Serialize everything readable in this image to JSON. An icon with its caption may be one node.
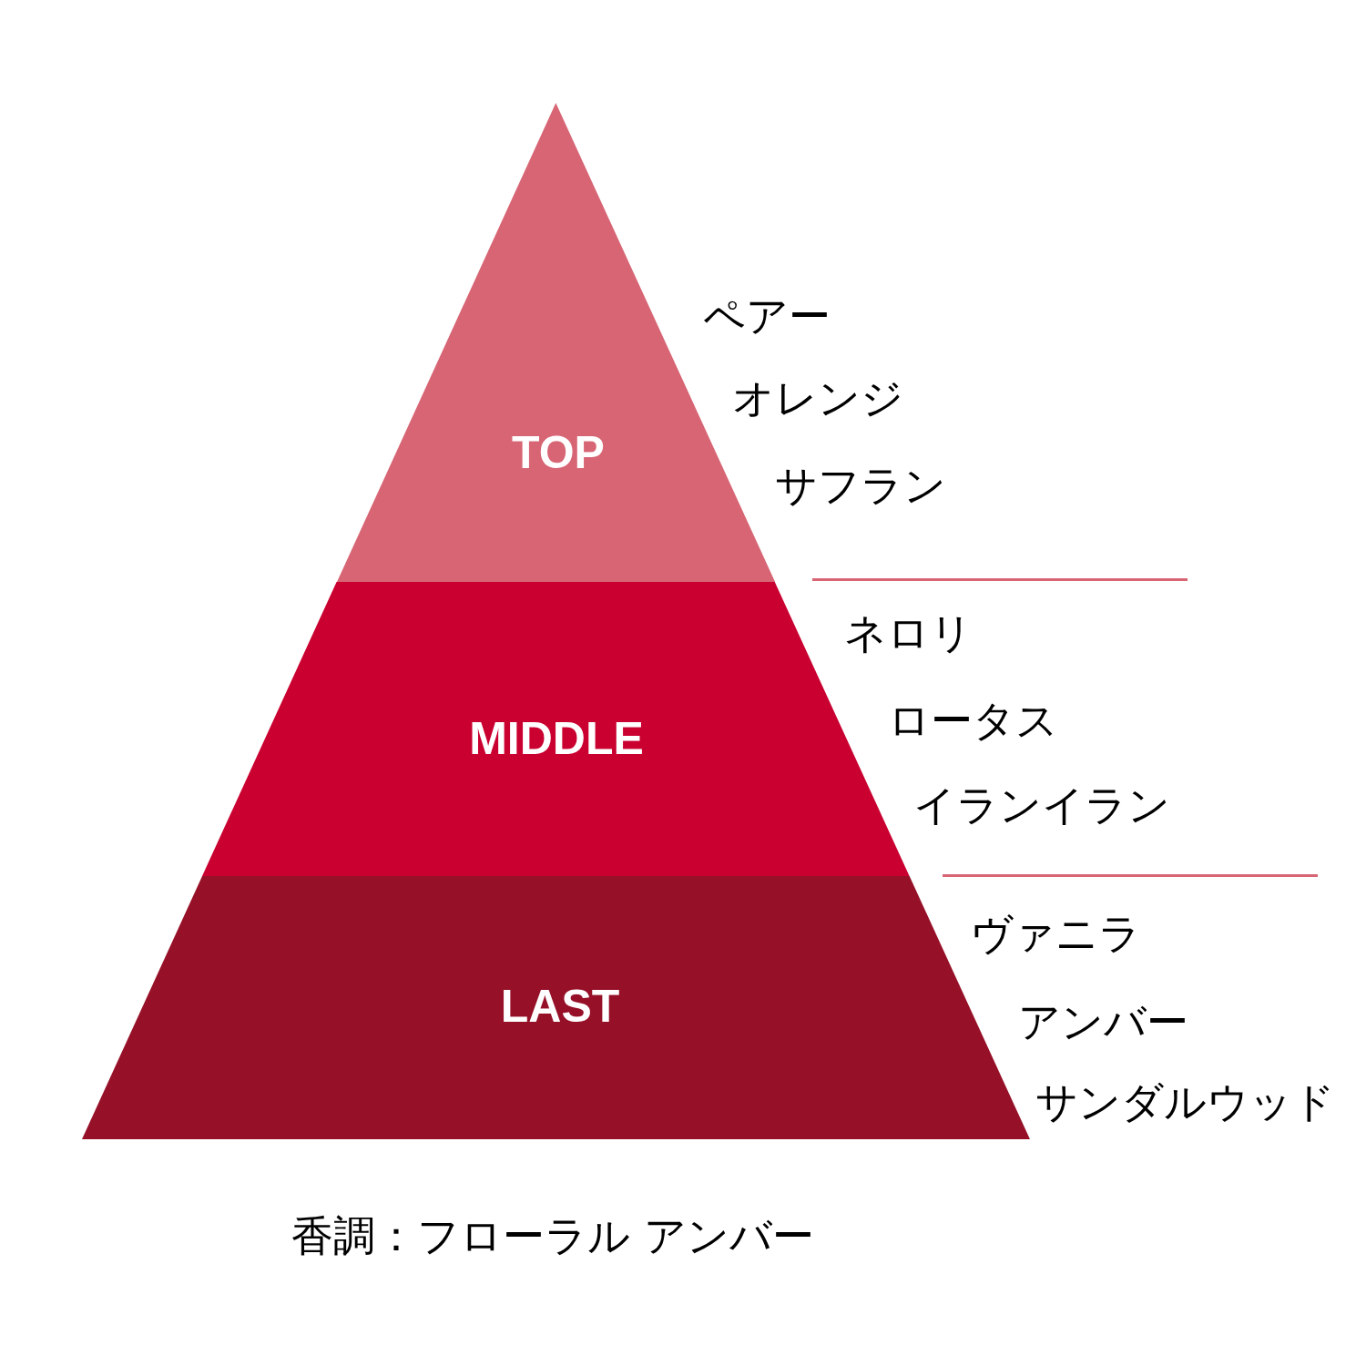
{
  "diagram": {
    "nodes": [
      {
        "text": [
          "TOP"
        ],
        "beside": [
          "ペアー",
          "オレンジ",
          "サフラン"
        ]
      },
      {
        "text": [
          "MIDDLE"
        ],
        "beside": [
          "ネロリ",
          "ロータス",
          "イランイラン"
        ]
      },
      {
        "text": [
          "LAST"
        ],
        "beside": [
          "ヴァニラ",
          "アンバー",
          "サンダルウッド"
        ]
      }
    ],
    "caption": "香調：フローラル アンバー"
  }
}
